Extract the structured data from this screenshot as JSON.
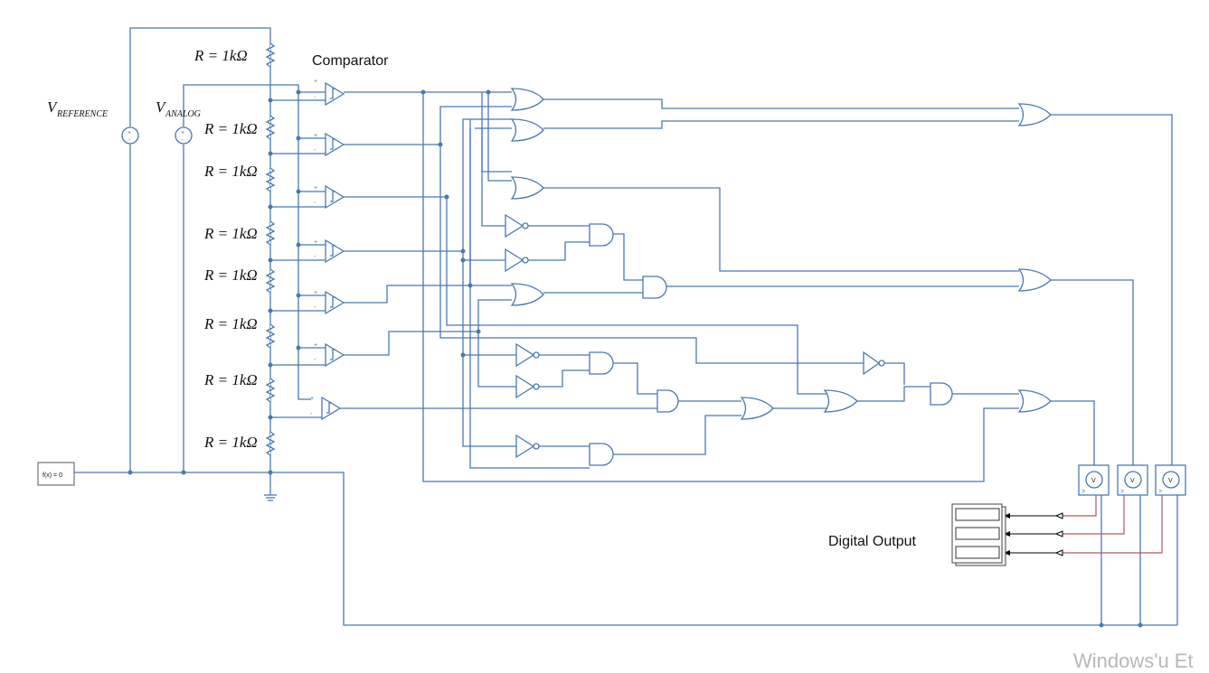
{
  "labels": {
    "v_reference": "V",
    "v_reference_sub": "REFERENCE",
    "v_analog": "V",
    "v_analog_sub": "ANALOG",
    "resistor": "R = 1kΩ",
    "comparator": "Comparator",
    "digital_output": "Digital Output",
    "solver_block": "f(x) = 0",
    "voltmeter": "V",
    "watermark": "Windows'u Et"
  }
}
